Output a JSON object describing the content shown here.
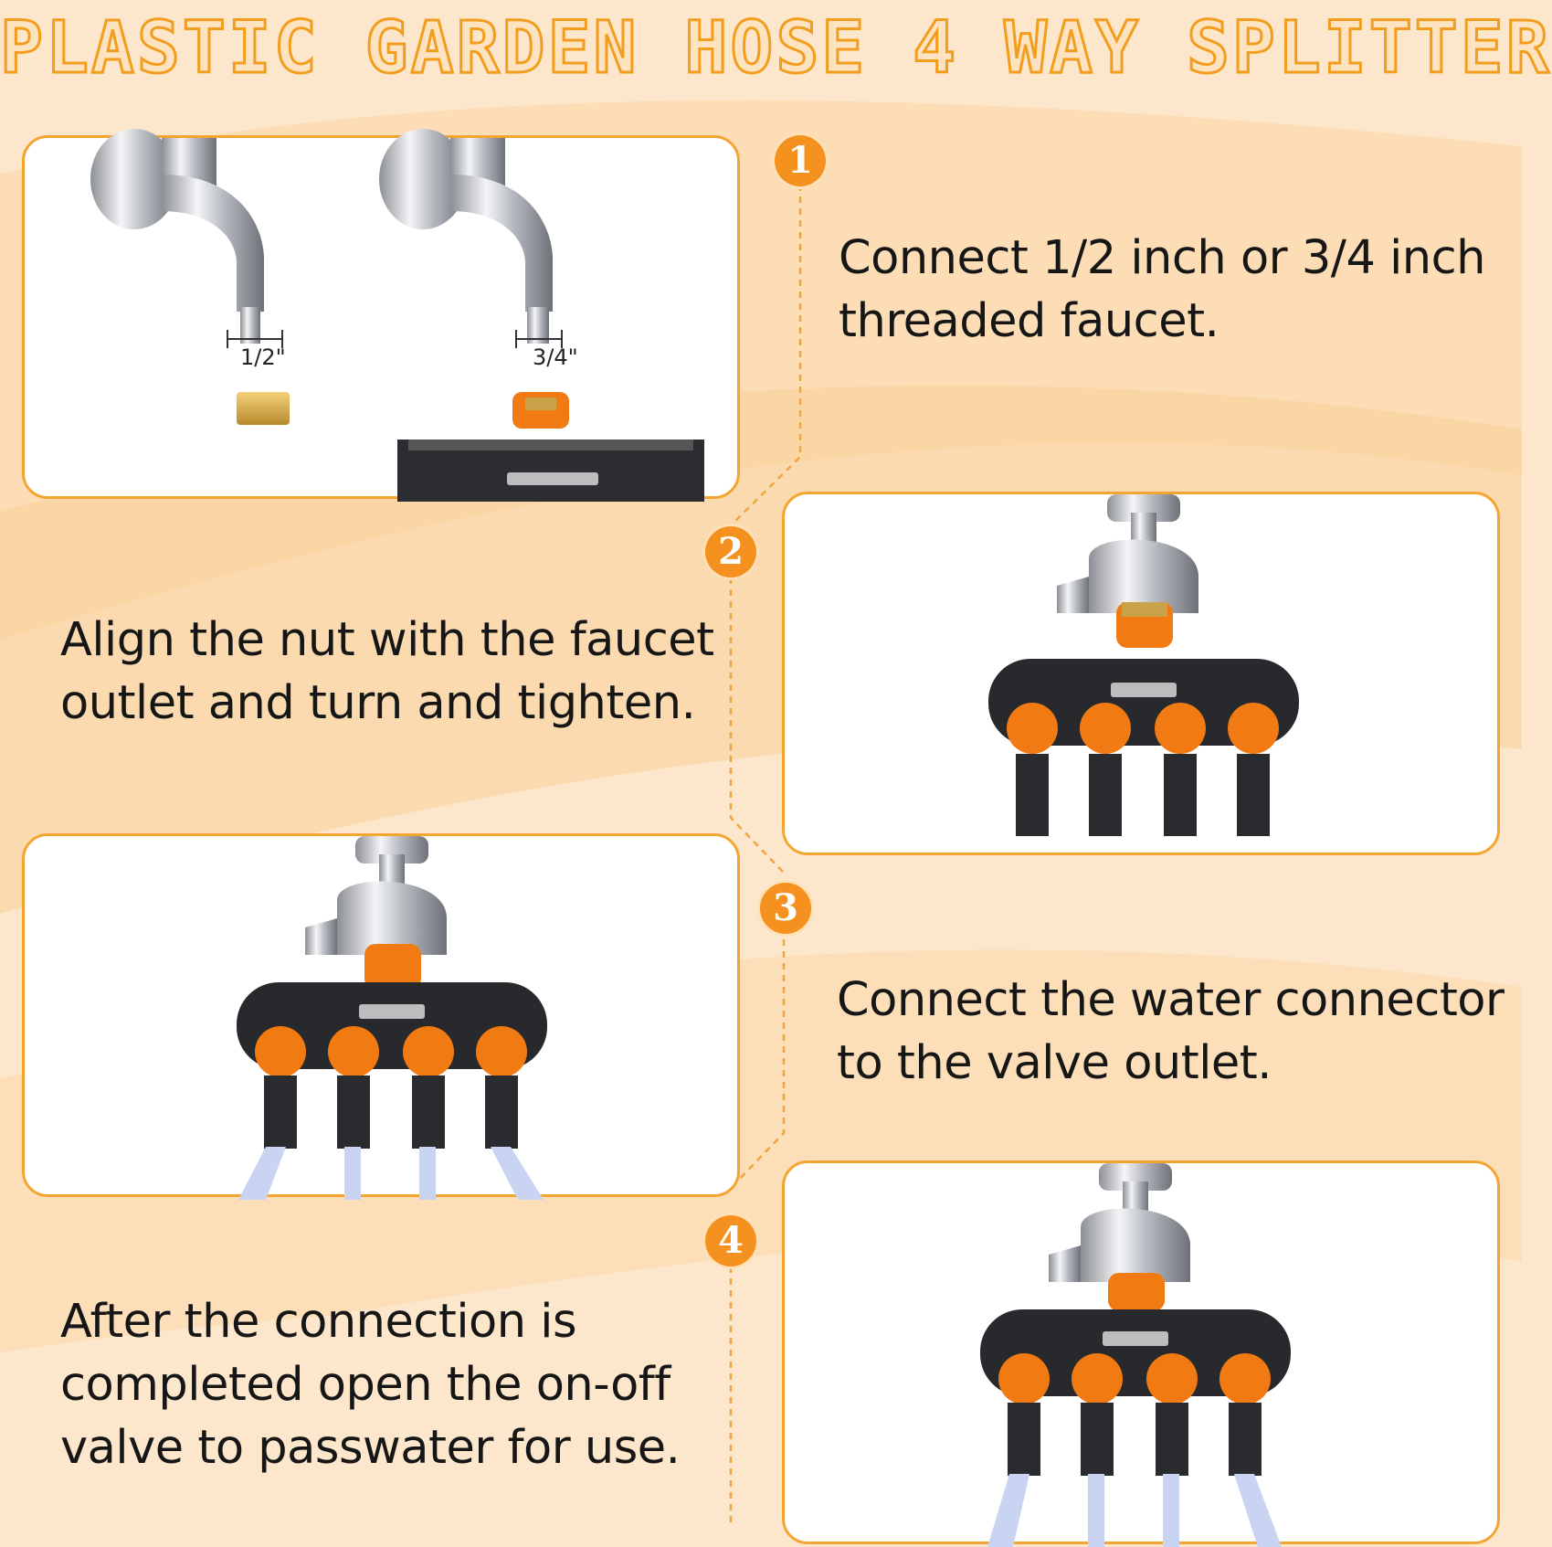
{
  "title": "PLASTIC GARDEN HOSE 4 WAY SPLITTER",
  "colors": {
    "accent": "#f5911e",
    "panel_border": "#f4a531",
    "background": "#fde7cc"
  },
  "steps": [
    {
      "number": "1",
      "lines": [
        "Connect 1/2 inch or 3/4 inch",
        "threaded faucet."
      ]
    },
    {
      "number": "2",
      "lines": [
        "Align the nut with the faucet",
        "outlet and turn and tighten."
      ]
    },
    {
      "number": "3",
      "lines": [
        "Connect the water connector",
        "to the valve outlet."
      ]
    },
    {
      "number": "4",
      "lines": [
        "After the connection is",
        "completed open the on-off",
        "valve to passwater for use."
      ]
    }
  ],
  "sizes": {
    "half": "1/2\"",
    "three_quarter": "3/4\""
  }
}
